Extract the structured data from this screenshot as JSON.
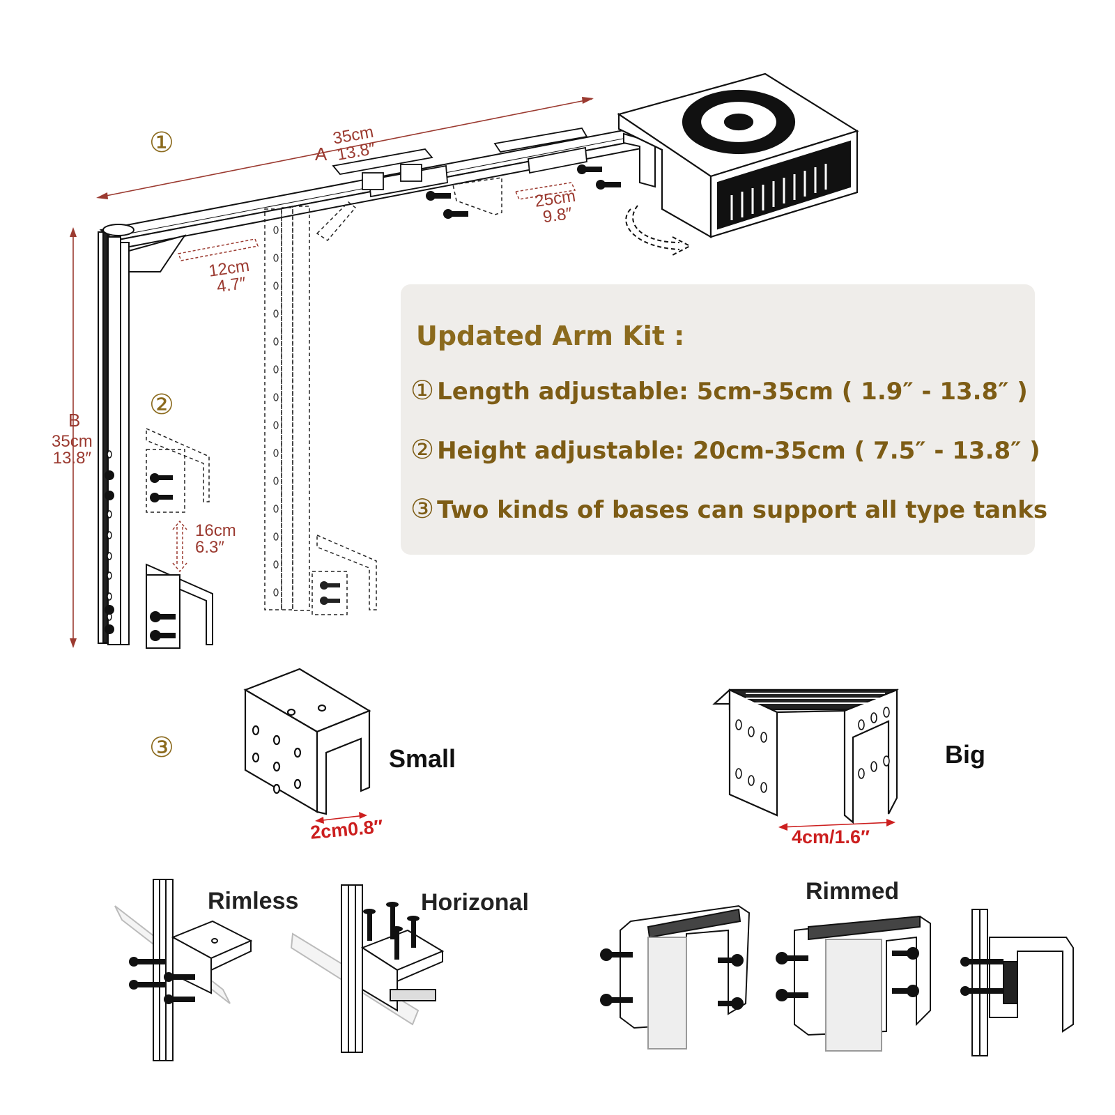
{
  "markers": {
    "one": "①",
    "two": "②",
    "three": "③"
  },
  "dimensions": {
    "a_letter": "A",
    "a_cm": "35cm",
    "a_in": "13.8″",
    "b_letter": "B",
    "b_cm": "35cm",
    "b_in": "13.8″",
    "slide_cm": "25cm",
    "slide_in": "9.8″",
    "bracket_cm": "12cm",
    "bracket_in": "4.7″",
    "clamp_cm": "16cm",
    "clamp_in": "6.3″"
  },
  "info": {
    "title": "Updated Arm Kit :",
    "lines": [
      {
        "marker": "①",
        "text": "Length adjustable: 5cm-35cm ( 1.9″ - 13.8″ )"
      },
      {
        "marker": "②",
        "text": "Height adjustable: 20cm-35cm ( 7.5″ - 13.8″ )"
      },
      {
        "marker": "③",
        "text": "Two kinds of bases can support all type tanks"
      }
    ]
  },
  "bases": {
    "small_label": "Small",
    "small_dim": "2cm0.8″",
    "big_label": "Big",
    "big_dim": "4cm/1.6″"
  },
  "mounts": {
    "rimless": "Rimless",
    "horizontal": "Horizonal",
    "rimmed": "Rimmed"
  },
  "colors": {
    "marker": "#8b6a1d",
    "dimension": "#9b3a30",
    "dimension_bold": "#cc1f1f",
    "info_box": "#efedea",
    "info_text": "#7d5c15"
  }
}
